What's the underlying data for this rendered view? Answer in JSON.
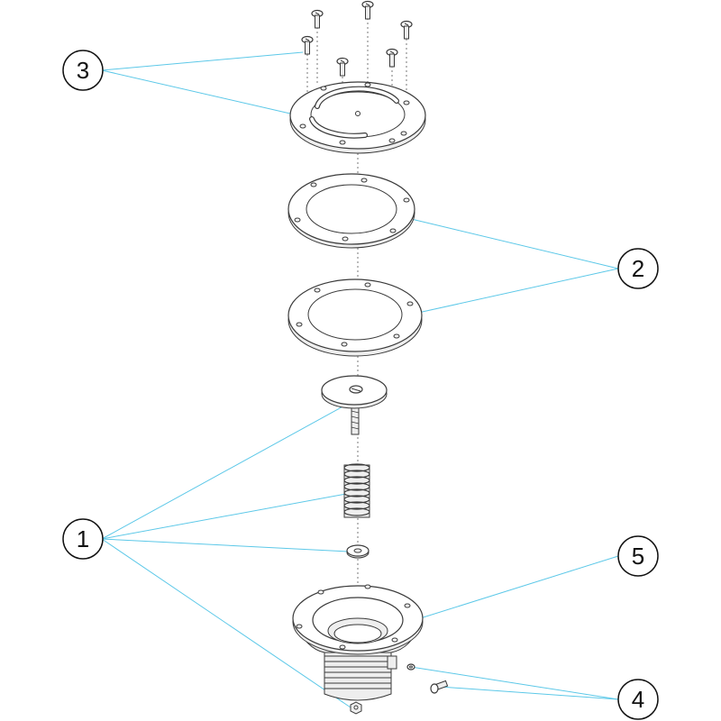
{
  "colors": {
    "leader": "#5cc8e8",
    "outline": "#3a3a3a",
    "background": "#ffffff"
  },
  "callouts": [
    {
      "id": "c3",
      "label": "3"
    },
    {
      "id": "c2",
      "label": "2"
    },
    {
      "id": "c1",
      "label": "1"
    },
    {
      "id": "c5",
      "label": "5"
    },
    {
      "id": "c4",
      "label": "4"
    }
  ],
  "icons": {
    "screw": "screw-icon",
    "flange": "flange-icon",
    "gasket": "gasket-icon",
    "valve_disc": "valve-disc-icon",
    "spring": "spring-icon",
    "washer": "washer-icon",
    "nut": "nut-icon",
    "body": "inlet-body-icon"
  }
}
